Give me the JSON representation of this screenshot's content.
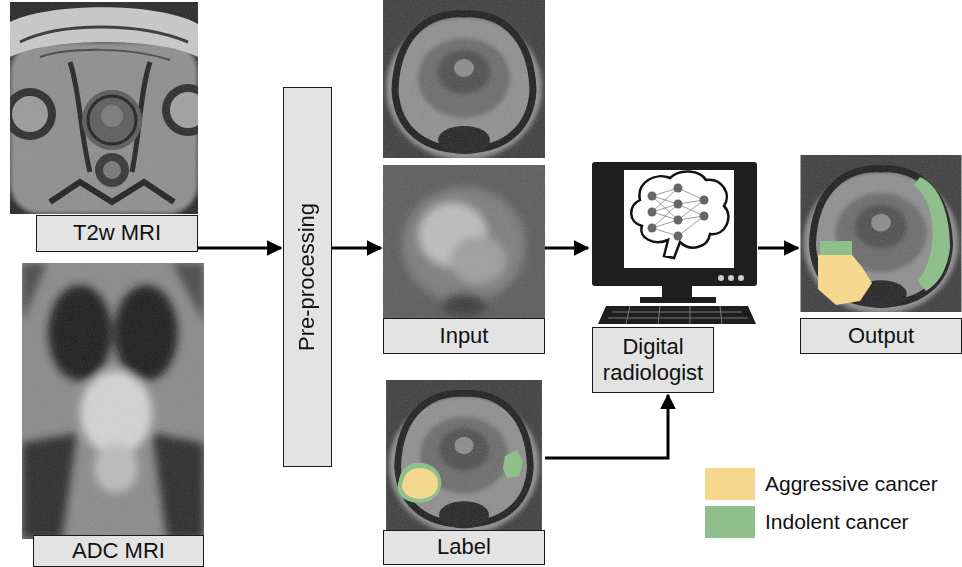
{
  "diagram": {
    "nodes": [
      {
        "text": [
          "T2w MRI"
        ]
      },
      {
        "text": [
          "ADC MRI"
        ]
      },
      {
        "text": [
          "Pre-processing"
        ]
      },
      {
        "text": [
          "Input"
        ]
      },
      {
        "text": [
          "Label"
        ]
      },
      {
        "text": [
          "Digital radiologist"
        ]
      },
      {
        "text": [
          "Output"
        ]
      }
    ],
    "edges": [
      {
        "from": 0,
        "to": 2,
        "arrow": "to"
      },
      {
        "from": 2,
        "to": 3,
        "arrow": "to"
      },
      {
        "from": 3,
        "to": 5,
        "arrow": "to"
      },
      {
        "from": 4,
        "to": 5,
        "arrow": "to"
      },
      {
        "from": 5,
        "to": 6,
        "arrow": "to"
      }
    ],
    "legend": [
      {
        "text": "Aggressive cancer",
        "color": "#f5d78e"
      },
      {
        "text": "Indolent cancer",
        "color": "#8fbf8b"
      }
    ]
  }
}
